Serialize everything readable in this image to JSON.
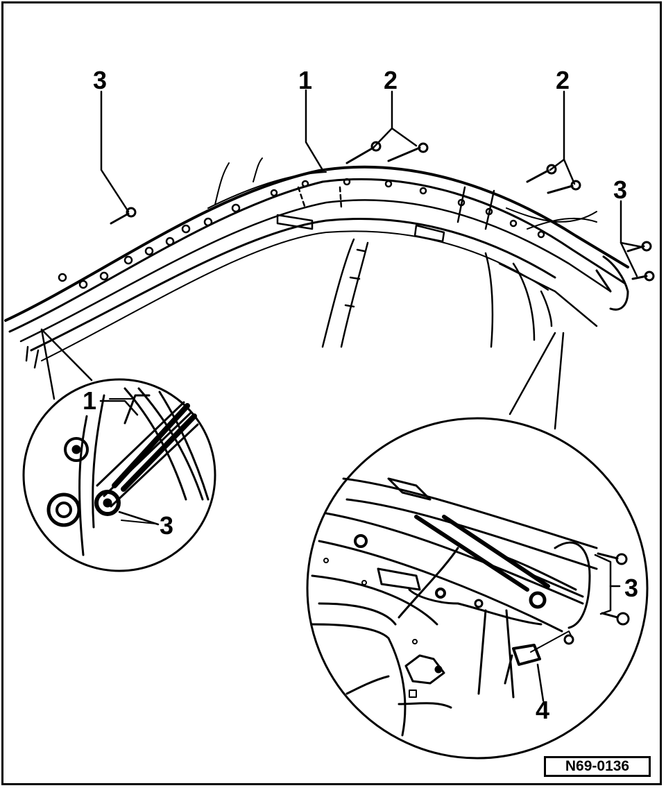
{
  "callouts": {
    "c1_top": "1",
    "c2_left": "2",
    "c2_right": "2",
    "c3_left": "3",
    "c3_right": "3",
    "c1_inset": "1",
    "c3_inset_left": "3",
    "c3_inset_right": "3",
    "c4_inset": "4"
  },
  "figure_code": "N69-0136",
  "colors": {
    "ink": "#000000",
    "paper": "#ffffff"
  }
}
